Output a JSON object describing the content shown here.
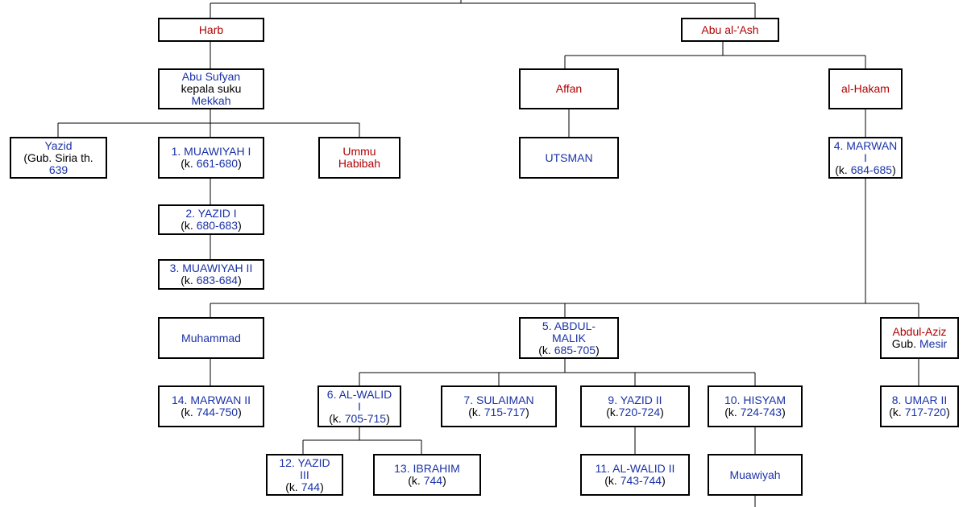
{
  "colors": {
    "link_blue": "#1a32a8",
    "link_red": "#b00000",
    "text": "#000000",
    "line": "#000000"
  },
  "nodes": {
    "harb": {
      "name": "Harb"
    },
    "abu_al_ash": {
      "name": "Abu al-'Ash"
    },
    "abu_sufyan": {
      "name": "Abu Sufyan",
      "title": "kepala suku",
      "place": "Mekkah"
    },
    "affan": {
      "name": "Affan"
    },
    "al_hakam": {
      "name": "al-Hakam"
    },
    "yazid_gub": {
      "name": "Yazid",
      "note_open": "(Gub. Siria th.",
      "year": "639"
    },
    "muawiyah_i": {
      "name": "1. MUAWIYAH I",
      "k": "(k.",
      "years": "661-680",
      "close": ")"
    },
    "ummu_habibah": {
      "name": "Ummu Habibah"
    },
    "utsman": {
      "name": "UTSMAN"
    },
    "marwan_i": {
      "name": "4. MARWAN I",
      "k": "(k.",
      "years": "684-685",
      "close": ")"
    },
    "yazid_i": {
      "name": "2. YAZID I",
      "k": "(k.",
      "years": "680-683",
      "close": ")"
    },
    "muawiyah_ii": {
      "name": "3. MUAWIYAH II",
      "k": "(k.",
      "years": "683-684",
      "close": ")"
    },
    "muhammad": {
      "name": "Muhammad"
    },
    "abdul_malik": {
      "name": "5. ABDUL-MALIK",
      "k": "(k.",
      "years": "685-705",
      "close": ")"
    },
    "abdul_aziz": {
      "name": "Abdul-Aziz",
      "title": "Gub.",
      "place": "Mesir"
    },
    "marwan_ii": {
      "name": "14. MARWAN II",
      "k": "(k.",
      "years": "744-750",
      "close": ")"
    },
    "al_walid_i": {
      "name": "6. AL-WALID I",
      "k": "(k.",
      "years": "705-715",
      "close": ")"
    },
    "sulaiman": {
      "name": "7. SULAIMAN",
      "k": "(k.",
      "years": "715-717",
      "close": ")"
    },
    "yazid_ii": {
      "name": "9. YAZID II",
      "k": "(k.",
      "years": "720-724",
      "close": ")"
    },
    "hisyam": {
      "name": "10. HISYAM",
      "k": "(k.",
      "years": "724-743",
      "close": ")"
    },
    "umar_ii": {
      "name": "8. UMAR II",
      "k": "(k.",
      "years": "717-720",
      "close": ")"
    },
    "yazid_iii": {
      "name": "12. YAZID III",
      "k": "(k.",
      "years": "744",
      "close": ")"
    },
    "ibrahim": {
      "name": "13. IBRAHIM",
      "k": "(k.",
      "years": "744",
      "close": ")"
    },
    "al_walid_ii": {
      "name": "11. AL-WALID II",
      "k": "(k.",
      "years": "743-744",
      "close": ")"
    },
    "muawiyah_son": {
      "name": "Muawiyah"
    }
  }
}
